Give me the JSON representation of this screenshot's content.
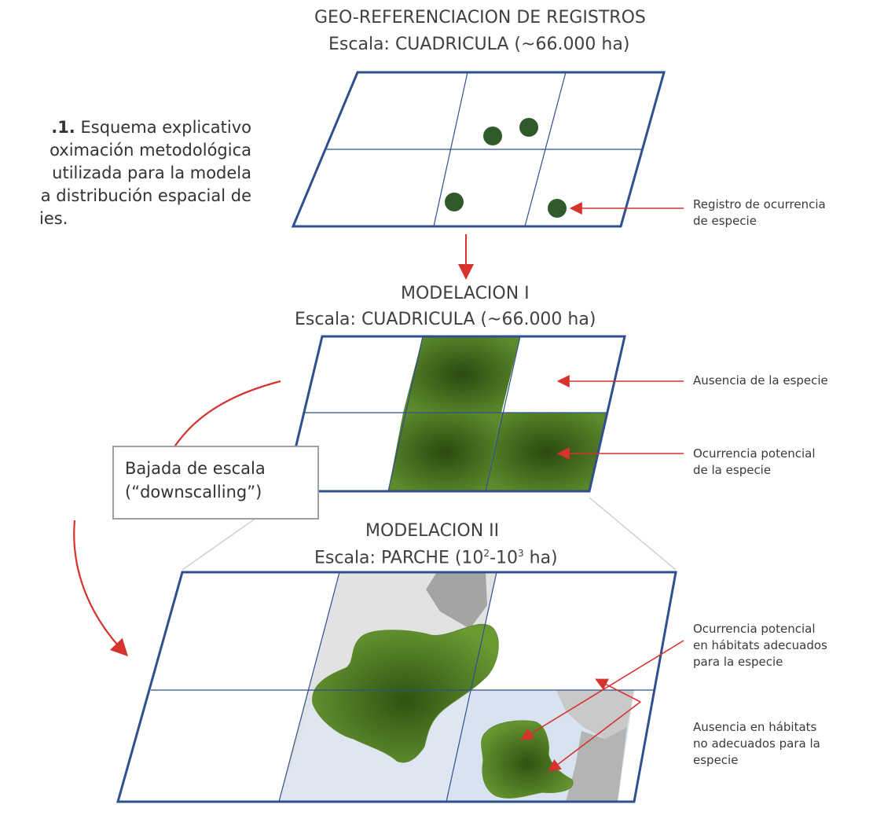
{
  "caption": {
    "label": ".1.",
    "lines": [
      "Esquema  explicativo",
      "oximación metodológica",
      "utilizada para la modela",
      "a distribución espacial de",
      "ies."
    ]
  },
  "panels": [
    {
      "title": "GEO-REFERENCIACION  DE REGISTROS",
      "scale": "Escala: CUADRICULA (~66.000 ha)"
    },
    {
      "title": "MODELACION I",
      "scale": "Escala: CUADRICULA (~66.000 ha)"
    },
    {
      "title": "MODELACION II",
      "scale_prefix": "Escala: PARCHE (10",
      "scale_exp1": "2",
      "scale_mid": "-10",
      "scale_exp2": "3",
      "scale_suffix": " ha)"
    }
  ],
  "annotations": {
    "registro": [
      "Registro de ocurrencia",
      "de especie"
    ],
    "ausencia": [
      "Ausencia de la especie"
    ],
    "ocurrencia": [
      "Ocurrencia potencial",
      "de la especie"
    ],
    "ocurrencia_habitat": [
      "Ocurrencia potencial",
      "en hábitats adecuados",
      "para la especie"
    ],
    "ausencia_habitat": [
      "Ausencia en hábitats",
      "no adecuados para la",
      "especie"
    ]
  },
  "downscaling": [
    "Bajada de escala",
    "(“downscalling”)"
  ],
  "colors": {
    "grid_border": "#2f4f8f",
    "green": "#4d7a1f",
    "dark_green_dot": "#2f5a2a",
    "arrow_red": "#d6322e",
    "gray_patch": "#c8c8c8",
    "light_blue": "#dce6f2"
  }
}
